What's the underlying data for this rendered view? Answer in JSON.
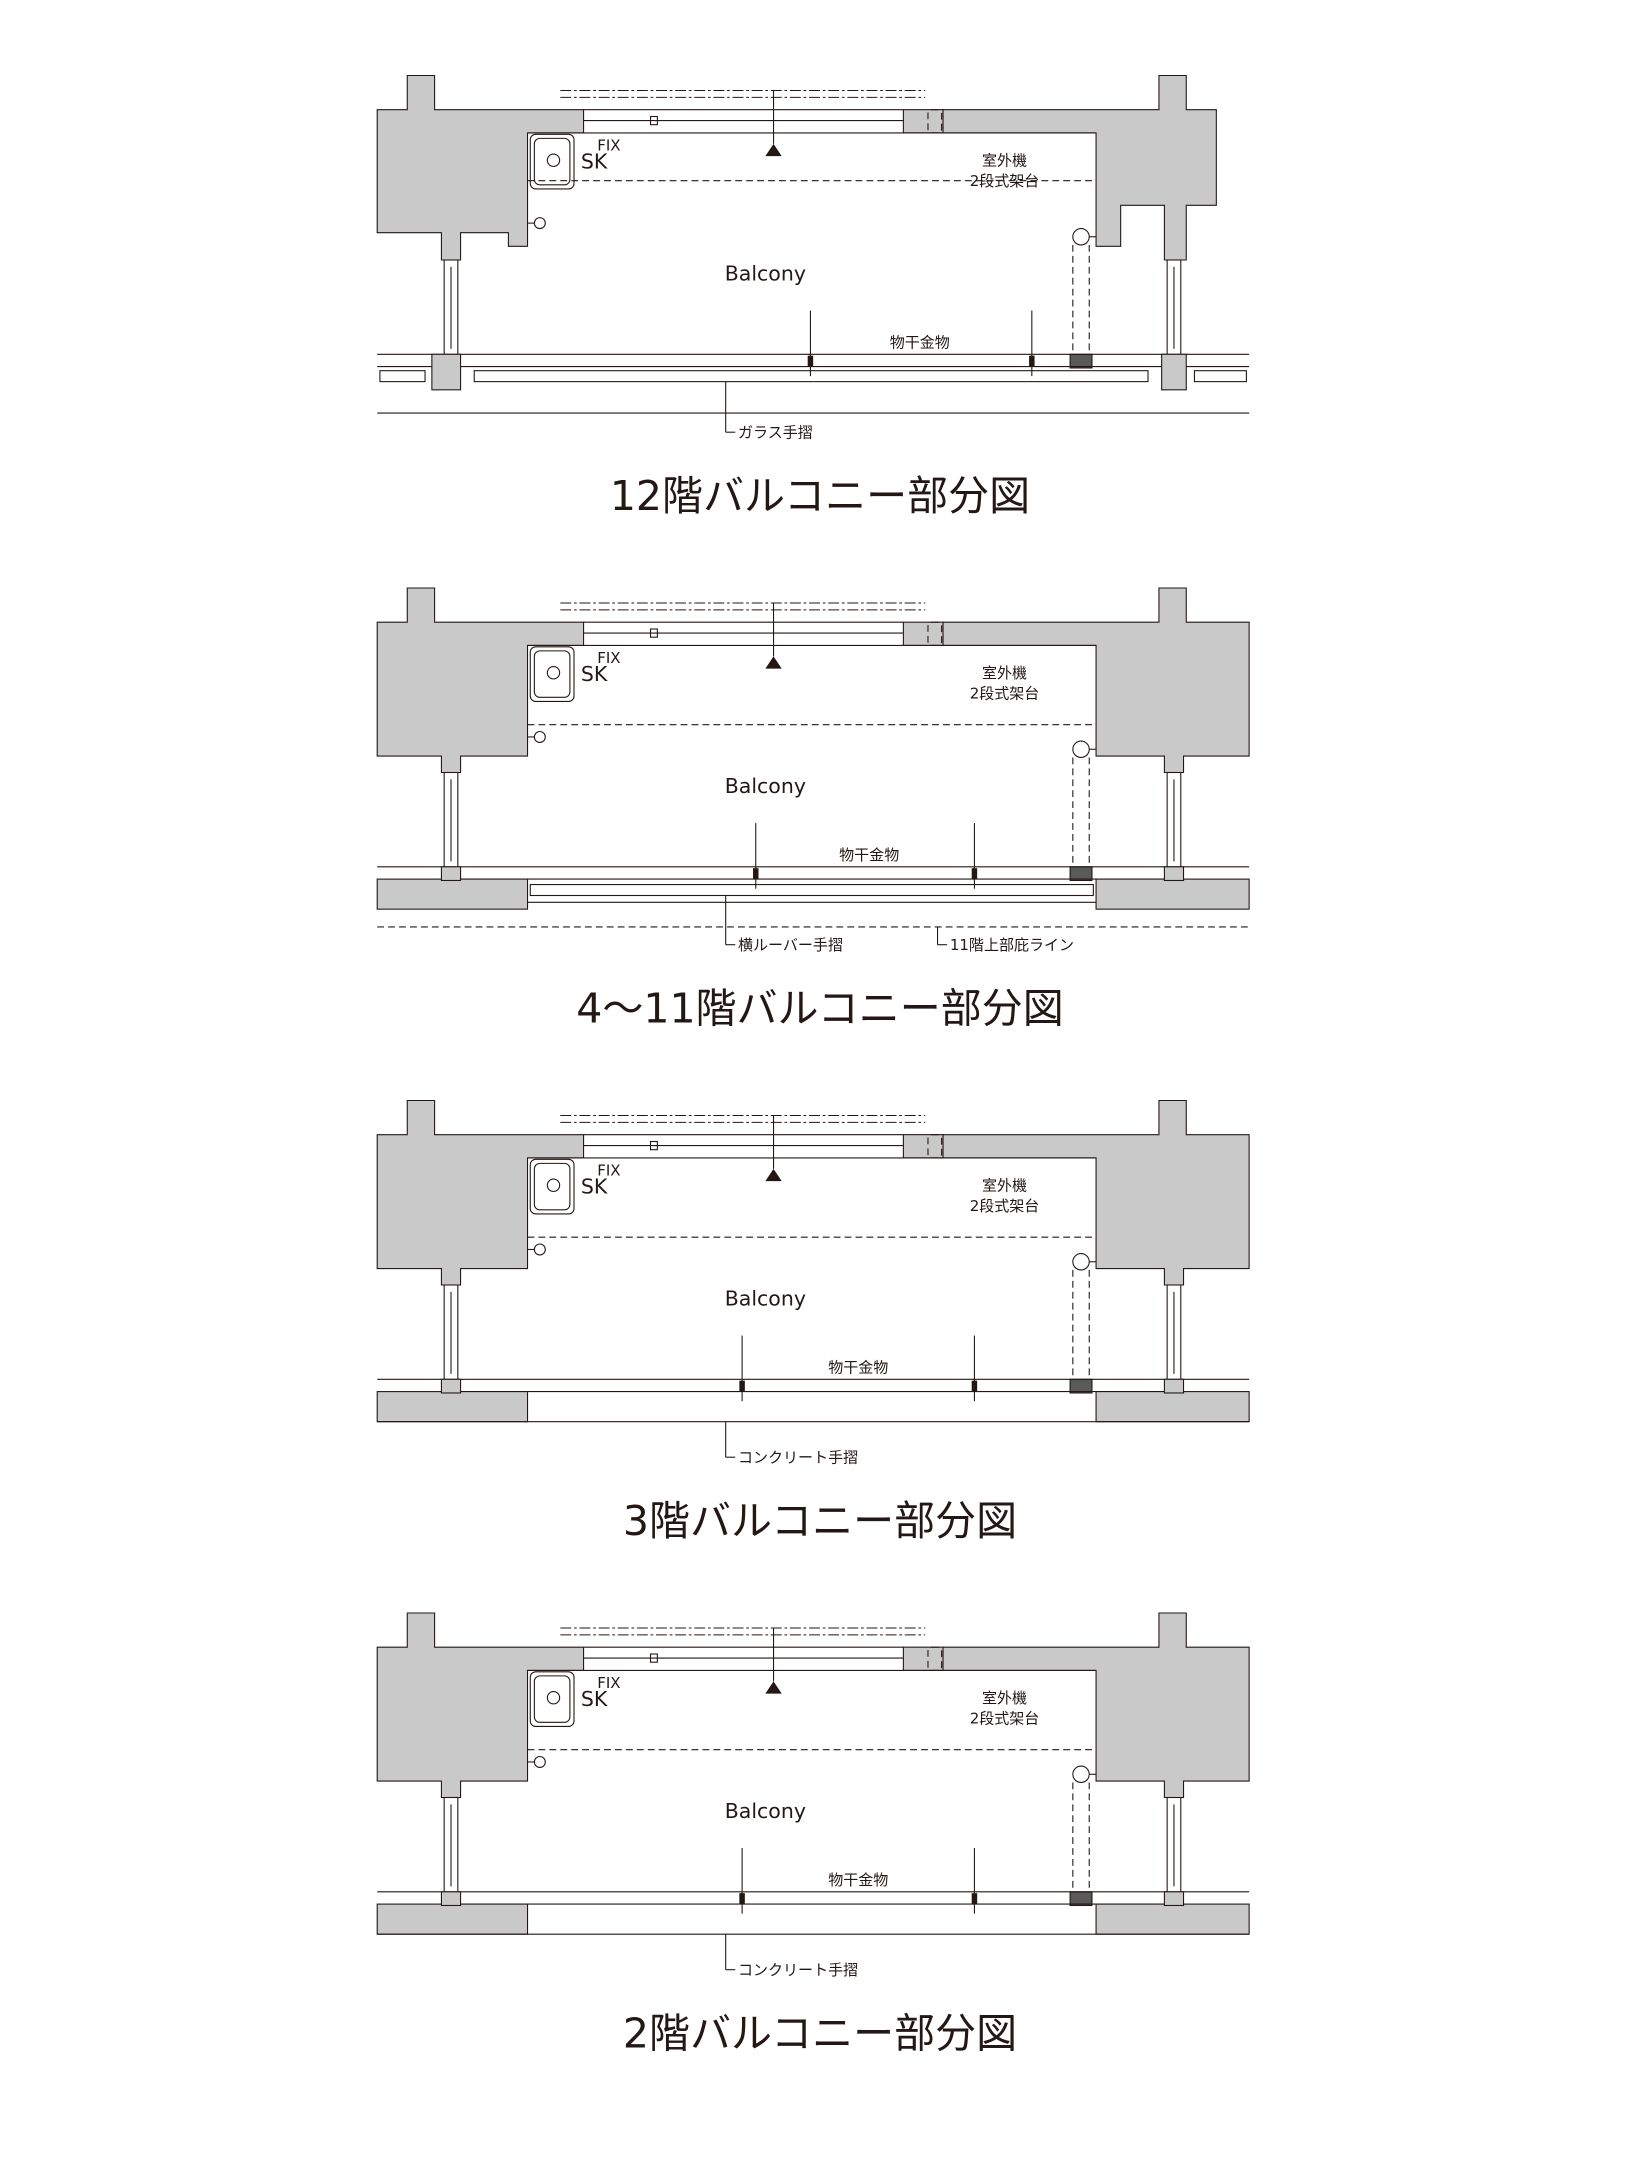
{
  "diagrams": [
    {
      "title": "12階バルコニー部分図",
      "variant": "glass",
      "labels": {
        "fix": "FIX",
        "sk": "SK",
        "outdoor_unit_1": "室外機",
        "outdoor_unit_2": "2段式架台",
        "balcony": "Balcony",
        "hanger": "物干金物",
        "railing": "ガラス手摺"
      }
    },
    {
      "title": "4〜11階バルコニー部分図",
      "variant": "louver",
      "labels": {
        "fix": "FIX",
        "sk": "SK",
        "outdoor_unit_1": "室外機",
        "outdoor_unit_2": "2段式架台",
        "balcony": "Balcony",
        "hanger": "物干金物",
        "railing": "横ルーバー手摺",
        "eave_line": "11階上部庇ライン"
      }
    },
    {
      "title": "3階バルコニー部分図",
      "variant": "concrete",
      "labels": {
        "fix": "FIX",
        "sk": "SK",
        "outdoor_unit_1": "室外機",
        "outdoor_unit_2": "2段式架台",
        "balcony": "Balcony",
        "hanger": "物干金物",
        "railing": "コンクリート手摺"
      }
    },
    {
      "title": "2階バルコニー部分図",
      "variant": "concrete",
      "labels": {
        "fix": "FIX",
        "sk": "SK",
        "outdoor_unit_1": "室外機",
        "outdoor_unit_2": "2段式架台",
        "balcony": "Balcony",
        "hanger": "物干金物",
        "railing": "コンクリート手摺"
      }
    }
  ]
}
